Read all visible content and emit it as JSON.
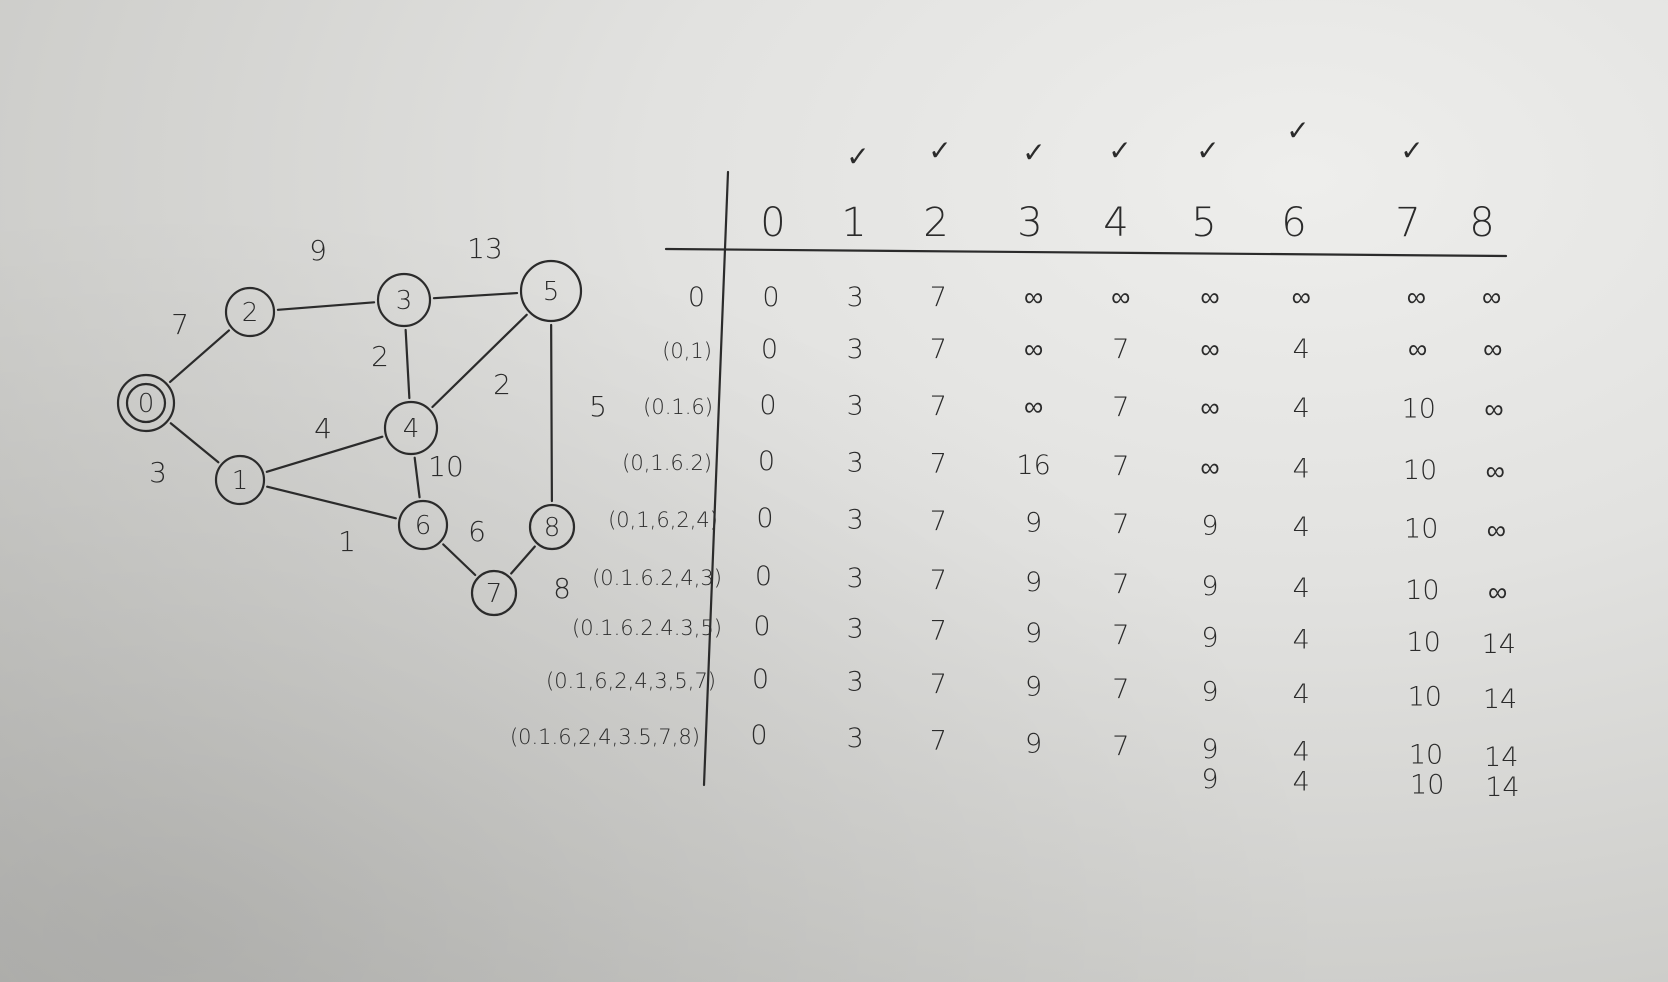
{
  "graph": {
    "nodes": [
      {
        "id": "0",
        "label": "0"
      },
      {
        "id": "1",
        "label": "1"
      },
      {
        "id": "2",
        "label": "2"
      },
      {
        "id": "3",
        "label": "3"
      },
      {
        "id": "4",
        "label": "4"
      },
      {
        "id": "5",
        "label": "5"
      },
      {
        "id": "6",
        "label": "6"
      },
      {
        "id": "7",
        "label": "7"
      },
      {
        "id": "8",
        "label": "8"
      }
    ],
    "edges": [
      {
        "from": "0",
        "to": "2",
        "weight": "7"
      },
      {
        "from": "0",
        "to": "1",
        "weight": "3"
      },
      {
        "from": "2",
        "to": "3",
        "weight": "9"
      },
      {
        "from": "3",
        "to": "5",
        "weight": "13"
      },
      {
        "from": "3",
        "to": "4",
        "weight": "2"
      },
      {
        "from": "4",
        "to": "5",
        "weight": "2"
      },
      {
        "from": "1",
        "to": "4",
        "weight": "4"
      },
      {
        "from": "1",
        "to": "6",
        "weight": "1"
      },
      {
        "from": "4",
        "to": "6",
        "weight": "10"
      },
      {
        "from": "5",
        "to": "8",
        "weight": "5"
      },
      {
        "from": "6",
        "to": "7",
        "weight": "6"
      },
      {
        "from": "7",
        "to": "8",
        "weight": "8"
      }
    ]
  },
  "table": {
    "header": [
      "0",
      "1",
      "2",
      "3",
      "4",
      "5",
      "6",
      "7",
      "8"
    ],
    "checks": [
      "",
      "✓",
      "✓",
      "✓",
      "✓",
      "✓",
      "✓",
      "✓",
      ""
    ],
    "rows": [
      {
        "label": "0",
        "values": [
          "0",
          "3",
          "7",
          "∞",
          "∞",
          "∞",
          "∞",
          "∞",
          "∞"
        ]
      },
      {
        "label": "(0,1)",
        "values": [
          "0",
          "3",
          "7",
          "∞",
          "7",
          "∞",
          "4",
          "∞",
          "∞"
        ]
      },
      {
        "label": "(0.1.6)",
        "values": [
          "0",
          "3",
          "7",
          "∞",
          "7",
          "∞",
          "4",
          "10",
          "∞"
        ]
      },
      {
        "label": "(0,1.6.2)",
        "values": [
          "0",
          "3",
          "7",
          "16",
          "7",
          "∞",
          "4",
          "10",
          "∞"
        ]
      },
      {
        "label": "(0,1,6,2,4)",
        "values": [
          "0",
          "3",
          "7",
          "9",
          "7",
          "9",
          "4",
          "10",
          "∞"
        ]
      },
      {
        "label": "(0.1.6.2,4,3)",
        "values": [
          "0",
          "3",
          "7",
          "9",
          "7",
          "9",
          "4",
          "10",
          "∞"
        ]
      },
      {
        "label": "(0.1.6.2.4.3,5)",
        "values": [
          "0",
          "3",
          "7",
          "9",
          "7",
          "9",
          "4",
          "10",
          "14"
        ]
      },
      {
        "label": "(0.1,6,2,4,3,5,7)",
        "values": [
          "0",
          "3",
          "7",
          "9",
          "7",
          "9",
          "4",
          "10",
          "14"
        ]
      },
      {
        "label": "(0.1.6,2,4,3.5,7,8)",
        "values": [
          "0",
          "3",
          "7",
          "9",
          "7",
          "9",
          "4",
          "10",
          "14"
        ]
      },
      {
        "label": "",
        "values": [
          "",
          "",
          "",
          "",
          "",
          "9",
          "4",
          "10",
          "14"
        ]
      }
    ]
  },
  "colors": {
    "ink": "#2b2b2b",
    "paper": "#e2e2e0"
  }
}
